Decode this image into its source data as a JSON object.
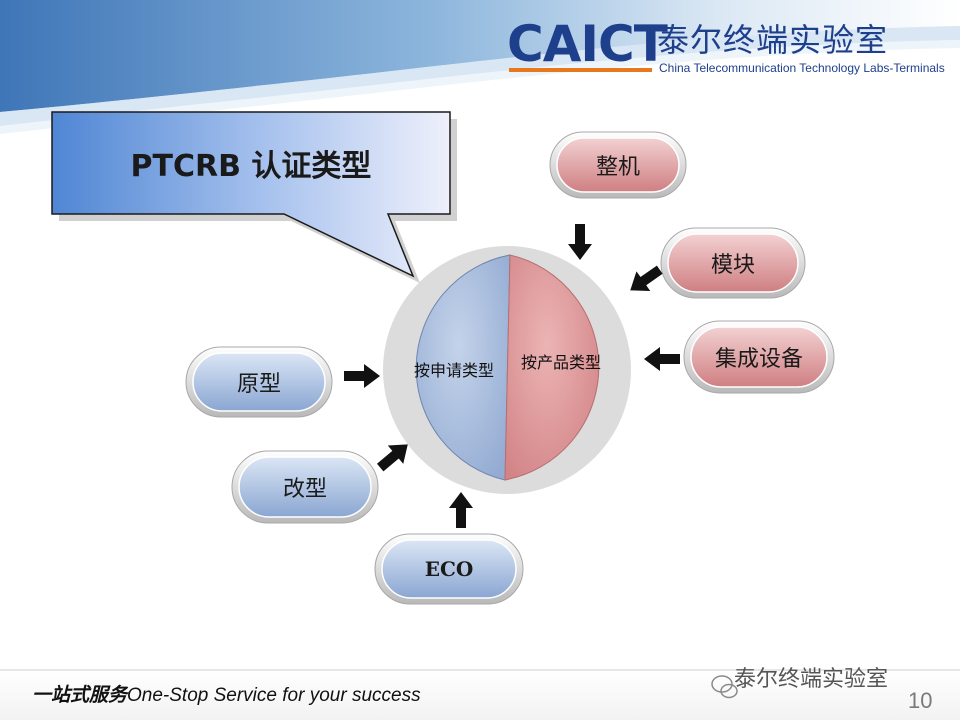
{
  "header": {
    "logo_mark": "CAICT",
    "logo_cn": "泰尔终端实验室",
    "logo_en": "China Telecommunication Technology Labs-Terminals"
  },
  "callout": {
    "title": "PTCRB 认证类型"
  },
  "center": {
    "left_label": "按申请类型",
    "right_label": "按产品类型"
  },
  "product_types": [
    "整机",
    "模块",
    "集成设备"
  ],
  "application_types": [
    "原型",
    "改型",
    "ECO"
  ],
  "footer": {
    "slogan_cn": "一站式服务",
    "slogan_en": "One-Stop Service for your success",
    "wechat_name": "泰尔终端实验室",
    "page_number": "10"
  },
  "colors": {
    "brand_blue": "#1e3f8c",
    "brand_orange": "#e8781e",
    "blue_fill": "#a9bedf",
    "red_fill": "#dc9a9c"
  }
}
